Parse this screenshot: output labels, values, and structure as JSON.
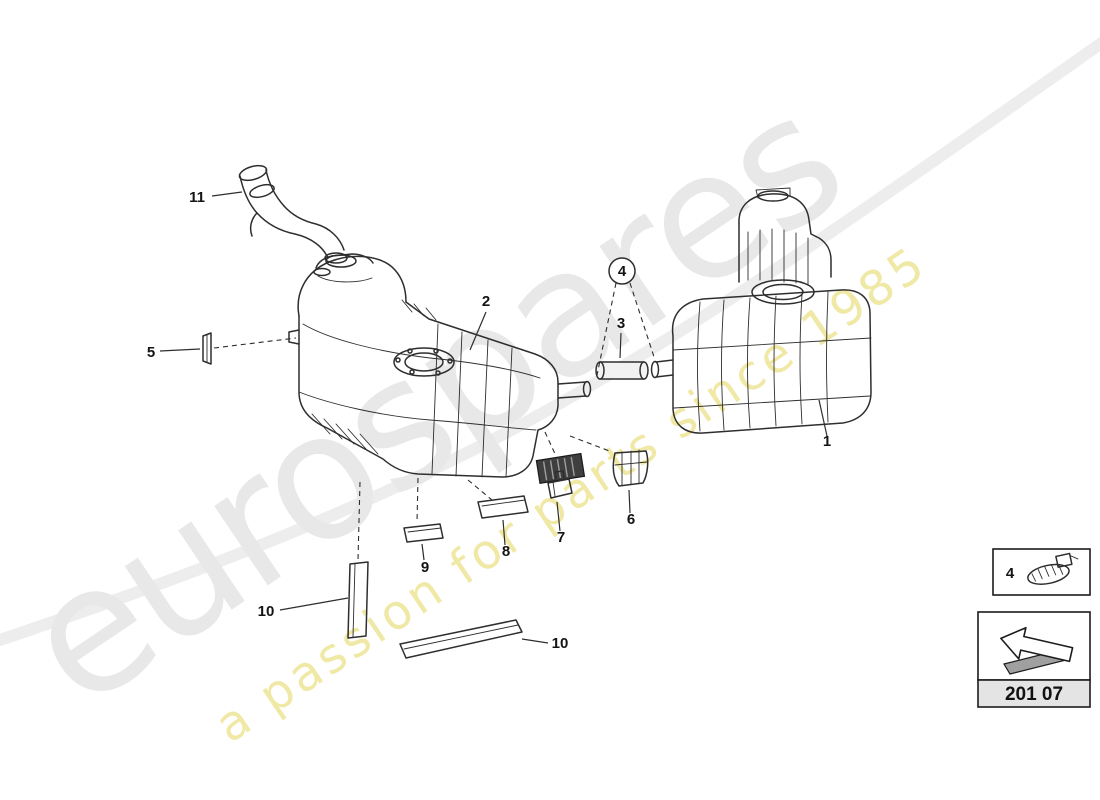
{
  "watermark": {
    "brand": "eurospares",
    "tagline": "a passion for parts since 1985"
  },
  "callouts": {
    "1": "1",
    "2": "2",
    "3": "3",
    "4": "4",
    "5": "5",
    "6": "6",
    "7": "7",
    "8": "8",
    "9": "9",
    "10a": "10",
    "10b": "10",
    "11": "11"
  },
  "legend": {
    "clamp_label": "4",
    "part_code": "201 07"
  },
  "colors": {
    "line": "#2e2e2e",
    "wm_gray": "#e8e8e8",
    "wm_yellow": "#ece28e",
    "paper": "#ffffff",
    "code_bg": "#e4e4e4"
  }
}
